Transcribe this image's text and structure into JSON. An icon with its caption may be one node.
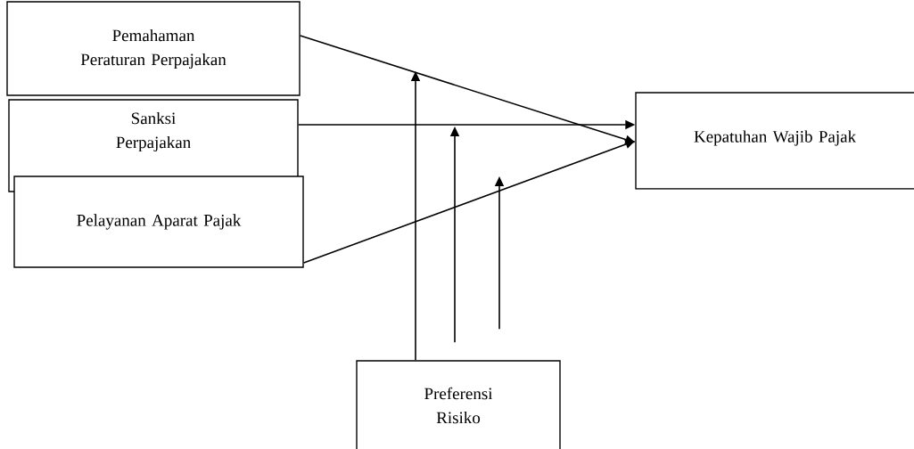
{
  "diagram": {
    "nodes": [
      {
        "text": [
          "Pemahaman Peraturan Perpajakan"
        ]
      },
      {
        "text": [
          "Sanksi Perpajakan"
        ]
      },
      {
        "text": [
          "Pelayanan Aparat Pajak"
        ]
      },
      {
        "text": [
          "Kepatuhan Wajib Pajak"
        ]
      },
      {
        "text": [
          "Preferensi Risiko"
        ]
      }
    ],
    "edges": [
      {
        "from": 0,
        "to": 3,
        "arrow": "to"
      },
      {
        "from": 1,
        "to": 3,
        "arrow": "to"
      },
      {
        "from": 2,
        "to": 3,
        "arrow": "to"
      },
      {
        "from": 4,
        "to": null,
        "arrow": "to"
      },
      {
        "from": 4,
        "to": null,
        "arrow": "to"
      },
      {
        "from": 4,
        "to": null,
        "arrow": "to"
      }
    ]
  }
}
